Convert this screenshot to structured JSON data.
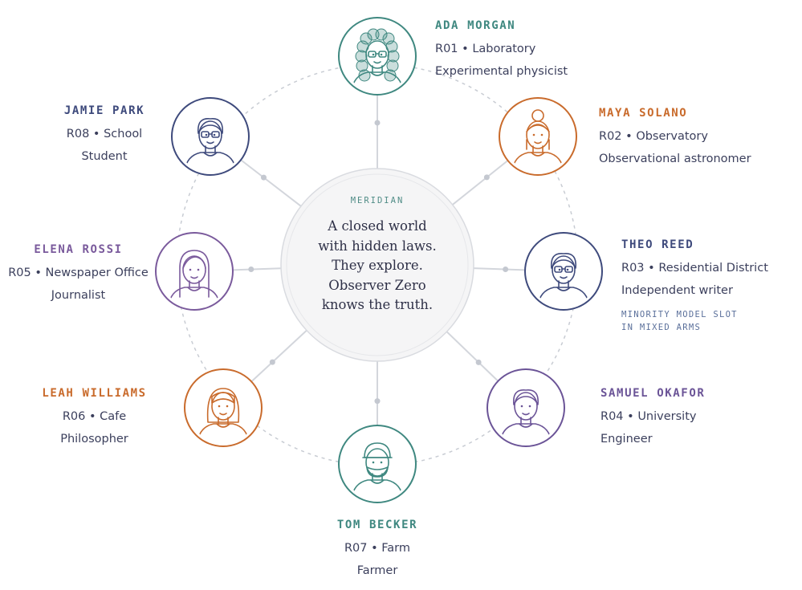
{
  "center": {
    "title": "MERIDIAN",
    "lines": [
      "A closed world",
      "with hidden laws.",
      "They explore.",
      "Observer Zero",
      "knows the truth."
    ]
  },
  "colors": {
    "teal": "#3f8880",
    "orange": "#c96b2c",
    "navy": "#3e4a7c",
    "purple": "#7a5a9c",
    "connector": "#d3d6dc",
    "dashed_ring": "#c8ccd3"
  },
  "agents": [
    {
      "key": "ada",
      "name": "ADA MORGAN",
      "id": "R01",
      "place": "Laboratory",
      "role": "Experimental physicist",
      "color": "#3f8880",
      "avatar": "curly-hair-glasses"
    },
    {
      "key": "maya",
      "name": "MAYA SOLANO",
      "id": "R02",
      "place": "Observatory",
      "role": "Observational astronomer",
      "color": "#c96b2c",
      "avatar": "bun-hair-earrings"
    },
    {
      "key": "theo",
      "name": "THEO REED",
      "id": "R03",
      "place": "Residential District",
      "role": "Independent writer",
      "color": "#3e4a7c",
      "avatar": "short-hair-glasses",
      "note": [
        "MINORITY MODEL SLOT",
        "IN MIXED ARMS"
      ]
    },
    {
      "key": "samuel",
      "name": "SAMUEL OKAFOR",
      "id": "R04",
      "place": "University",
      "role": "Engineer",
      "color": "#6b5497",
      "avatar": "short-hair"
    },
    {
      "key": "elena",
      "name": "ELENA ROSSI",
      "id": "R05",
      "place": "Newspaper Office",
      "role": "Journalist",
      "color": "#7a5a9c",
      "avatar": "long-straight-hair"
    },
    {
      "key": "leah",
      "name": "LEAH WILLIAMS",
      "id": "R06",
      "place": "Cafe",
      "role": "Philosopher",
      "color": "#c96b2c",
      "avatar": "bob-hair-bangs"
    },
    {
      "key": "tom",
      "name": "TOM BECKER",
      "id": "R07",
      "place": "Farm",
      "role": "Farmer",
      "color": "#3f8880",
      "avatar": "cap-beard"
    },
    {
      "key": "jamie",
      "name": "JAMIE PARK",
      "id": "R08",
      "place": "School",
      "role": "Student",
      "color": "#3e4a7c",
      "avatar": "short-hair-glasses"
    }
  ]
}
